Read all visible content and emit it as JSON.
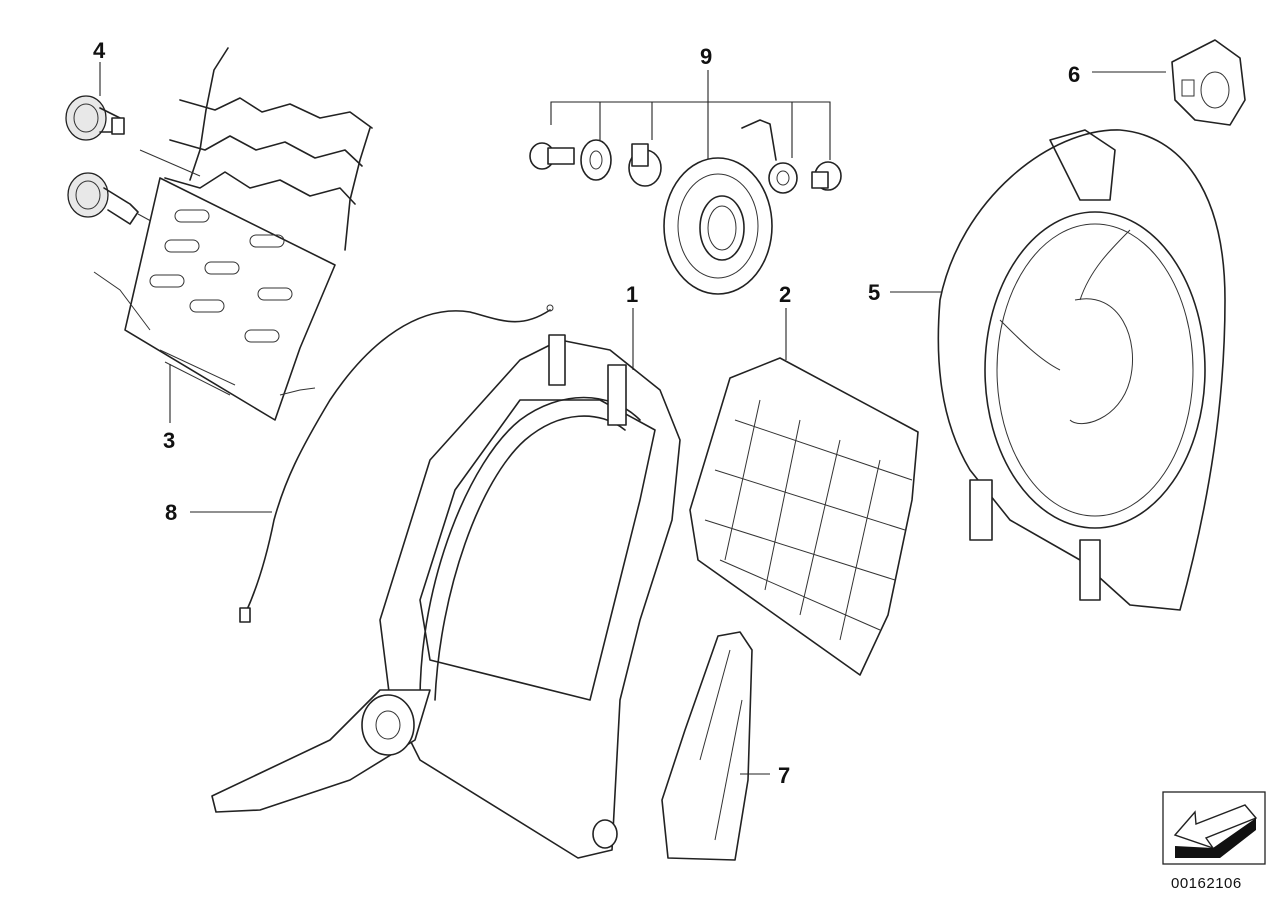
{
  "diagram": {
    "callouts": [
      "1",
      "2",
      "3",
      "4",
      "5",
      "6",
      "7",
      "8",
      "9"
    ],
    "document_number": "00162106",
    "icons": [
      "direction-arrow-icon"
    ]
  }
}
